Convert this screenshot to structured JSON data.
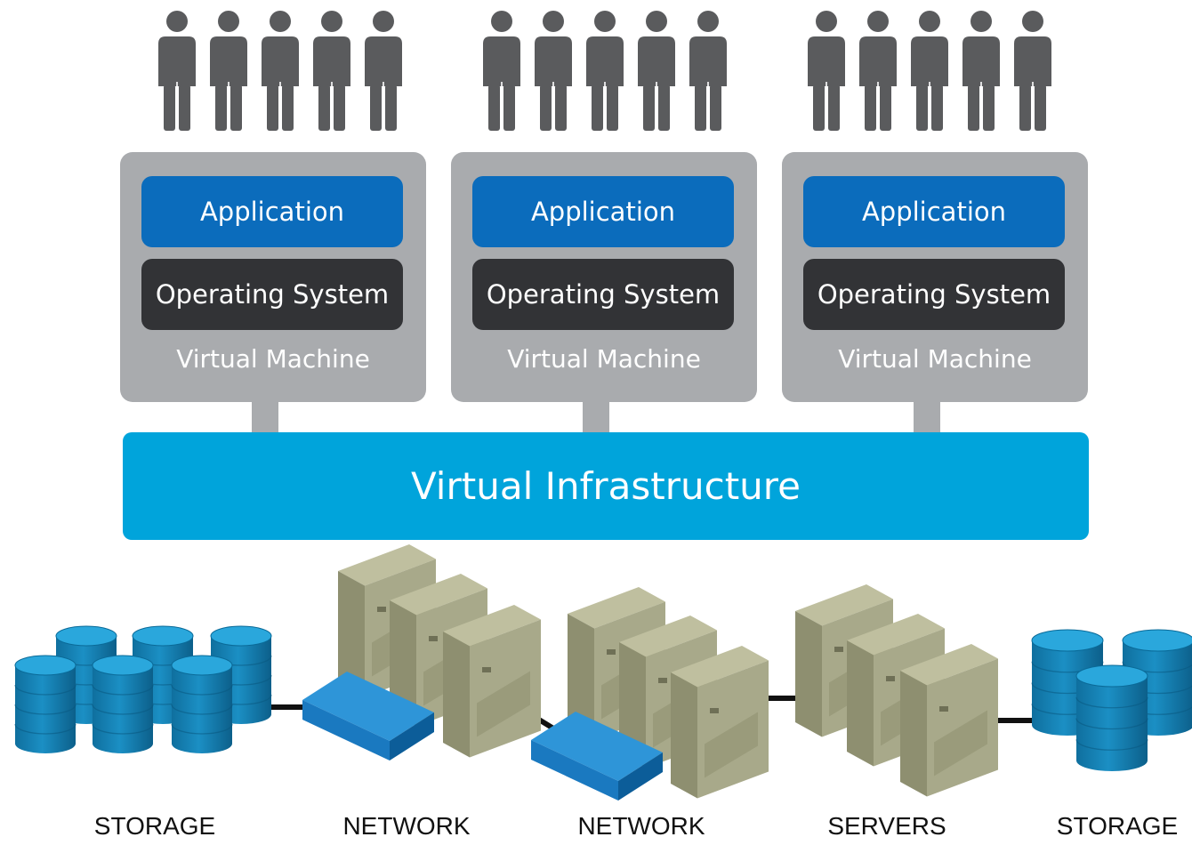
{
  "virtual_machines": [
    {
      "application": "Application",
      "operating_system": "Operating System",
      "label": "Virtual Machine"
    },
    {
      "application": "Application",
      "operating_system": "Operating System",
      "label": "Virtual Machine"
    },
    {
      "application": "Application",
      "operating_system": "Operating System",
      "label": "Virtual Machine"
    }
  ],
  "users_per_vm": 5,
  "infrastructure": {
    "label": "Virtual Infrastructure"
  },
  "hardware": {
    "labels": [
      "STORAGE",
      "NETWORK",
      "NETWORK",
      "SERVERS",
      "STORAGE"
    ]
  },
  "colors": {
    "user": "#5a5b5d",
    "vm_box": "#a9abae",
    "application": "#0b6cbc",
    "operating_system": "#323336",
    "infrastructure": "#00a4db",
    "storage": "#1b8fc4",
    "network_switch": "#1a79c0",
    "server": "#a8a98a"
  },
  "icons": [
    "person-icon",
    "storage-cylinder-icon",
    "server-tower-icon",
    "network-switch-icon"
  ]
}
